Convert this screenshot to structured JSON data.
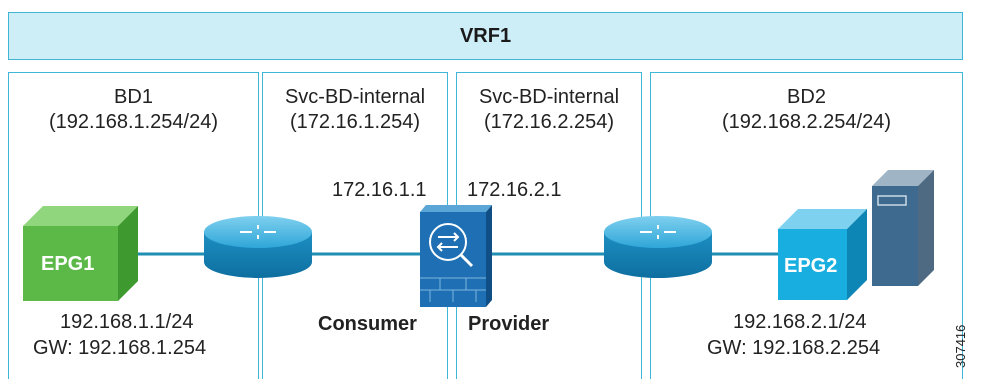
{
  "vrf": {
    "label": "VRF1"
  },
  "zones": [
    {
      "title": "BD1",
      "subnet": "(192.168.1.254/24)"
    },
    {
      "title": "Svc-BD-internal",
      "subnet": "(172.16.1.254)"
    },
    {
      "title": "Svc-BD-internal",
      "subnet": "(172.16.2.254)"
    },
    {
      "title": "BD2",
      "subnet": "(192.168.2.254/24)"
    }
  ],
  "epg1": {
    "label": "EPG1",
    "ip": "192.168.1.1/24",
    "gw": "GW: 192.168.1.254",
    "color": "#5cb947"
  },
  "epg2": {
    "label": "EPG2",
    "ip": "192.168.2.1/24",
    "gw": "GW: 192.168.2.254",
    "color": "#18aee0"
  },
  "firewall": {
    "consumer_ip": "172.16.1.1",
    "provider_ip": "172.16.2.1",
    "consumer_label": "Consumer",
    "provider_label": "Provider"
  },
  "figure_number": "307416",
  "colors": {
    "border": "#3fb6d6",
    "vrf_fill": "#cdeef7",
    "link": "#1f8fb3",
    "router": "#1a90c8"
  }
}
